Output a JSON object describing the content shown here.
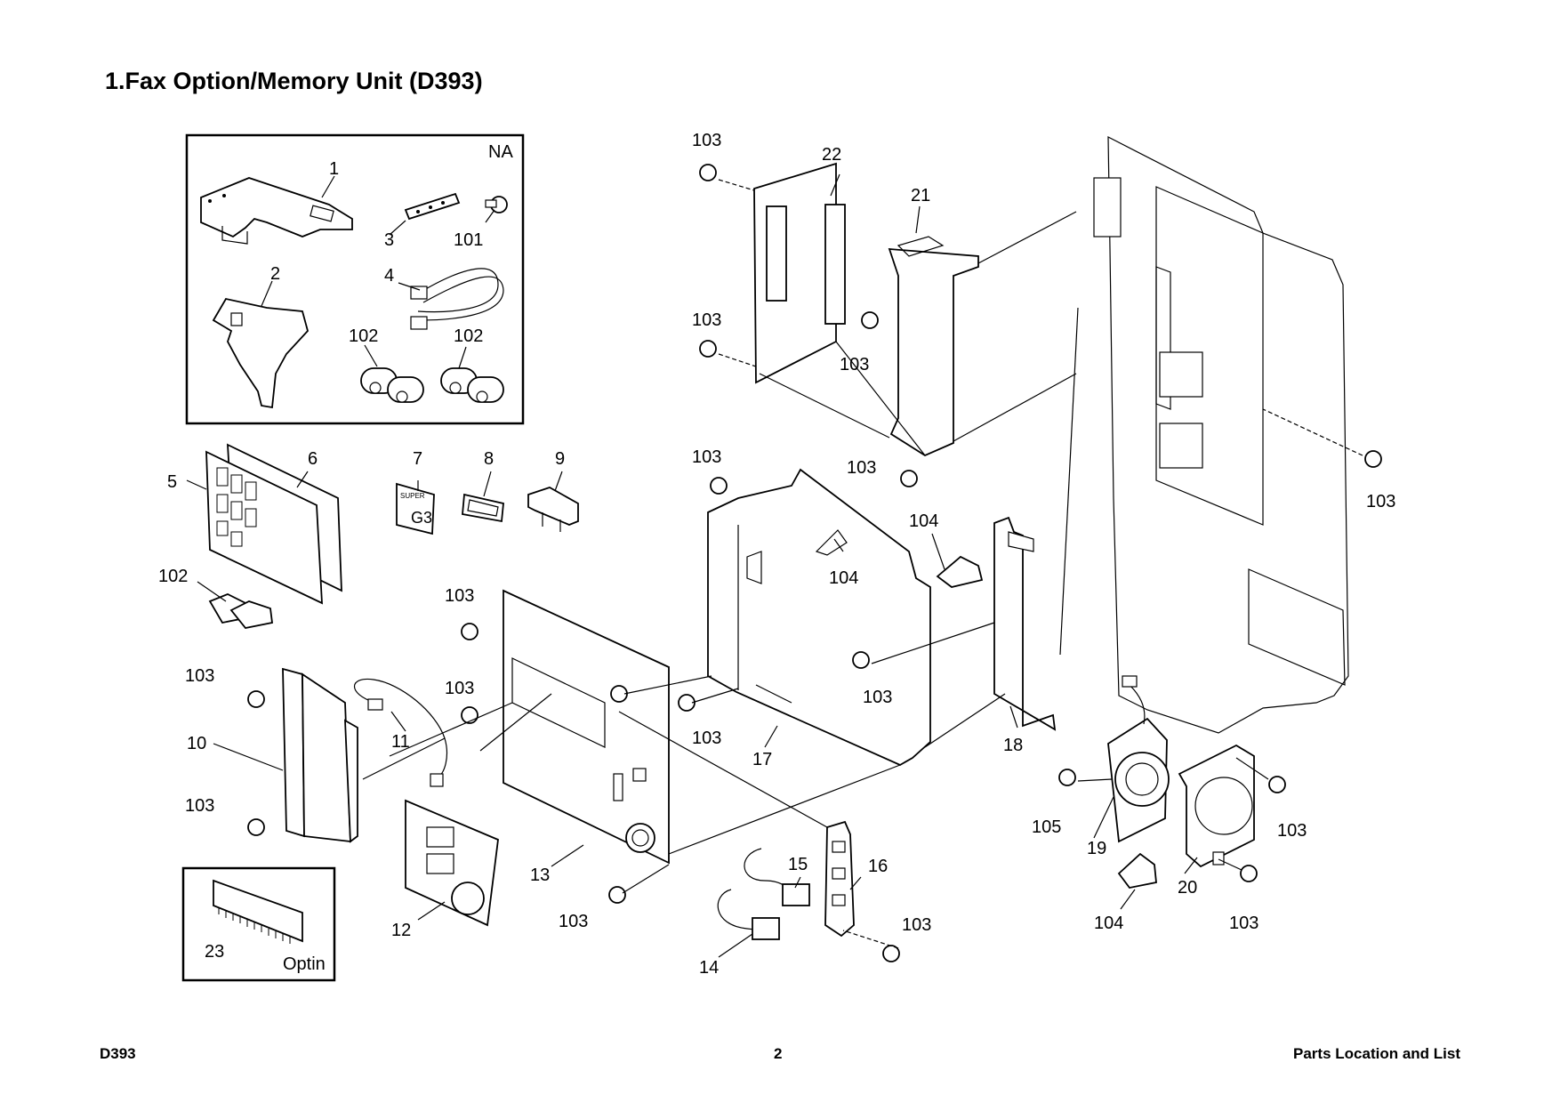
{
  "page": {
    "title": "1.Fax Option/Memory Unit (D393)",
    "footer_left": "D393",
    "footer_center": "2",
    "footer_right": "Parts Location and List"
  },
  "diagram": {
    "box_na_label": "NA",
    "box_optin_label": "Optin",
    "super_g3_label_top": "SUPER",
    "super_g3_label_bottom": "G3",
    "callouts": {
      "c1": "1",
      "c2": "2",
      "c3": "3",
      "c4": "4",
      "c5": "5",
      "c6": "6",
      "c7": "7",
      "c8": "8",
      "c9": "9",
      "c10": "10",
      "c11": "11",
      "c12": "12",
      "c13": "13",
      "c14": "14",
      "c15": "15",
      "c16": "16",
      "c17": "17",
      "c18": "18",
      "c19": "19",
      "c20": "20",
      "c21": "21",
      "c22": "22",
      "c23": "23",
      "c101": "101",
      "c102a": "102",
      "c102b": "102",
      "c102c": "102",
      "c103a": "103",
      "c103b": "103",
      "c103c": "103",
      "c103d": "103",
      "c103e": "103",
      "c103f": "103",
      "c103g": "103",
      "c103h": "103",
      "c103i": "103",
      "c103j": "103",
      "c103k": "103",
      "c103l": "103",
      "c103m": "103",
      "c103n": "103",
      "c103o": "103",
      "c103p": "103",
      "c104a": "104",
      "c104b": "104",
      "c104c": "104",
      "c105": "105"
    }
  }
}
